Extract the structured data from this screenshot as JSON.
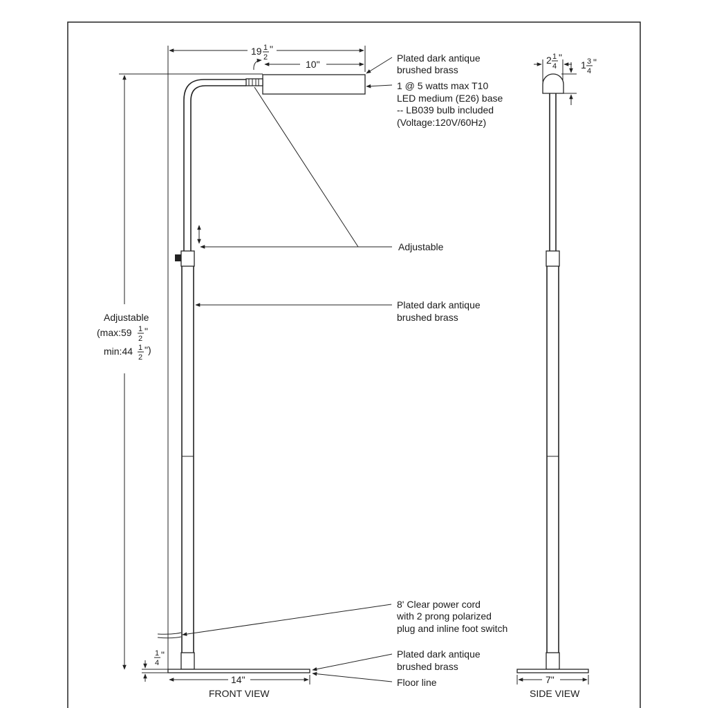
{
  "front": {
    "width_whole": "19",
    "width_num": "1",
    "width_den": "2",
    "inch": "\"",
    "shade_len": "10\"",
    "base_width": "14\"",
    "base_thick_num": "1",
    "base_thick_den": "4",
    "base_thick_inch": "\"",
    "adjustable_height": {
      "line1": "Adjustable",
      "max_prefix": "(max:59",
      "max_num": "1",
      "max_den": "2",
      "max_suffix": "\"",
      "min_prefix": "min:44",
      "min_num": "1",
      "min_den": "2",
      "min_suffix": "\")"
    },
    "view_label": "FRONT VIEW"
  },
  "side": {
    "head_width_whole": "2",
    "head_width_num": "1",
    "head_width_den": "4",
    "head_width_inch": "\"",
    "head_height_whole": "1",
    "head_height_num": "3",
    "head_height_den": "4",
    "head_height_inch": "\"",
    "base_width": "7\"",
    "view_label": "SIDE VIEW"
  },
  "callouts": {
    "shade_finish": [
      "Plated dark antique",
      "brushed brass"
    ],
    "bulb": [
      "1 @ 5 watts max T10",
      "LED medium (E26) base",
      "-- LB039 bulb included",
      "(Voltage:120V/60Hz)"
    ],
    "adjustable": "Adjustable",
    "stem_finish": [
      "Plated dark antique",
      "brushed brass"
    ],
    "cord": [
      "8' Clear power cord",
      "with 2 prong polarized",
      "plug and inline foot switch"
    ],
    "base_finish": [
      "Plated dark antique",
      "brushed brass"
    ],
    "floor": "Floor line"
  }
}
